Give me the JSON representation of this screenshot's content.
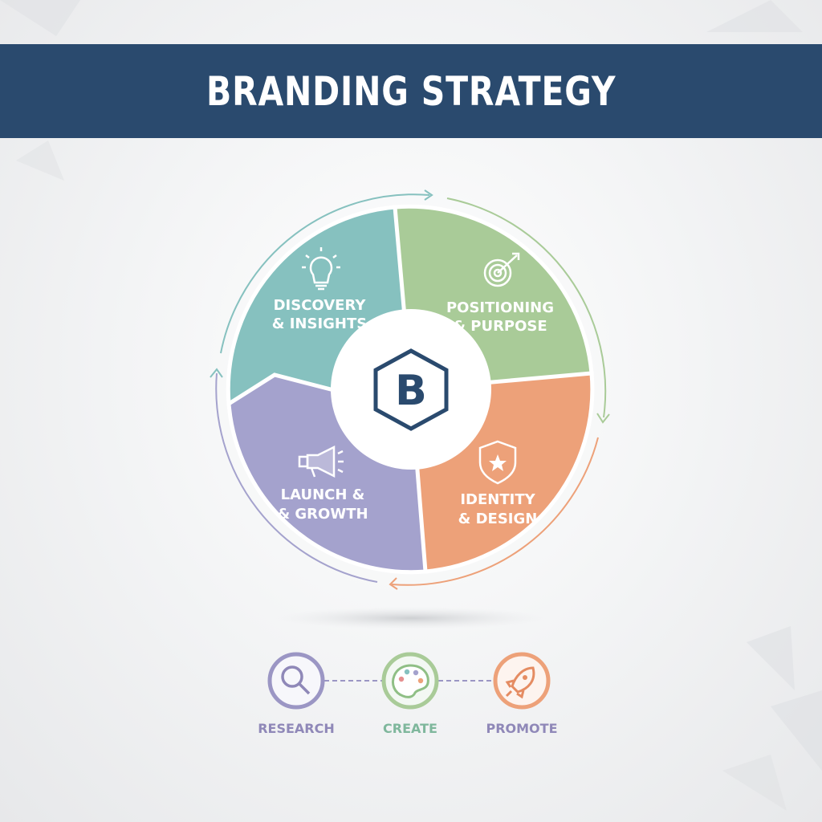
{
  "header": {
    "title": "BRANDING STRATEGY"
  },
  "cycle": {
    "center_letter": "B",
    "segments": [
      {
        "line1": "DISCOVERY",
        "line2": "& INSIGHTS",
        "icon": "lightbulb-icon",
        "color": "#86c1bf"
      },
      {
        "line1": "POSITIONING",
        "line2": "& PURPOSE",
        "icon": "target-icon",
        "color": "#a9cb98"
      },
      {
        "line1": "IDENTITY",
        "line2": "& DESIGN",
        "icon": "shield-star-icon",
        "color": "#eda179"
      },
      {
        "line1": "LAUNCH &",
        "line2": "& GROWTH",
        "icon": "megaphone-icon",
        "color": "#a4a2cd"
      }
    ],
    "center_color": "#2a4a6e"
  },
  "steps": [
    {
      "label": "RESEARCH",
      "icon": "magnifier-icon",
      "color": "#8f88b8"
    },
    {
      "label": "CREATE",
      "icon": "palette-icon",
      "color": "#7fb79c"
    },
    {
      "label": "PROMOTE",
      "icon": "rocket-icon",
      "color": "#8f88b8"
    }
  ]
}
